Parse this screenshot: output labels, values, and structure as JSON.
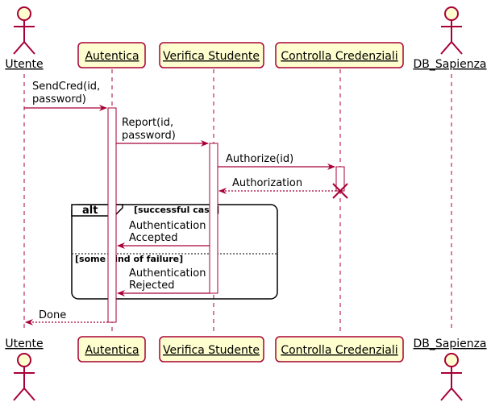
{
  "participants": [
    {
      "id": "utente",
      "kind": "actor",
      "label": "Utente"
    },
    {
      "id": "autentica",
      "kind": "box",
      "label": "Autentica"
    },
    {
      "id": "verifica",
      "kind": "box",
      "label": "Verifica Studente"
    },
    {
      "id": "controlla",
      "kind": "box",
      "label": "Controlla Credenziali"
    },
    {
      "id": "db",
      "kind": "actor",
      "label": "DB_Sapienza"
    }
  ],
  "messages": [
    {
      "id": "m1",
      "lines": [
        "SendCred(id,",
        "password)"
      ]
    },
    {
      "id": "m2",
      "lines": [
        "Report(id,",
        "password)"
      ]
    },
    {
      "id": "m3",
      "lines": [
        "Authorize(id)"
      ]
    },
    {
      "id": "m4",
      "lines": [
        "Authorization"
      ]
    },
    {
      "id": "m5",
      "lines": [
        "Authentication",
        "Accepted"
      ]
    },
    {
      "id": "m6",
      "lines": [
        "Authentication",
        "Rejected"
      ]
    },
    {
      "id": "m7",
      "lines": [
        "Done"
      ]
    }
  ],
  "fragment": {
    "keyword": "alt",
    "conditions": [
      "[successful case]",
      "[some kind of failure]"
    ]
  },
  "colors": {
    "box_fill": "#FEFECE",
    "arrow": "#A80036",
    "lifeline": "#A80036",
    "fragment_border": "#000000"
  }
}
